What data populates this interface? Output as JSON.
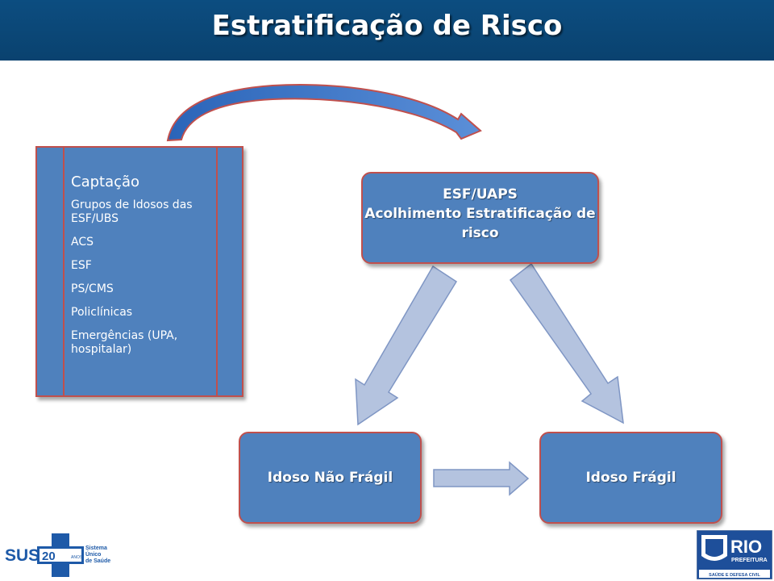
{
  "title": "Estratificação de Risco",
  "captacao": {
    "heading": "Captação",
    "items": [
      "Grupos de Idosos das ESF/UBS",
      "ACS",
      "ESF",
      "PS/CMS",
      "Policlínicas",
      "Emergências (UPA, hospitalar)"
    ]
  },
  "esf": {
    "line1": "ESF/UAPS",
    "line2": "Acolhimento Estratificação de risco"
  },
  "boxes": {
    "nao_fragil": "Idoso Não Frágil",
    "fragil": "Idoso Frágil"
  },
  "logos": {
    "sus_text": "SUS",
    "sus_years": "20",
    "sus_anos": "ANOS",
    "sus_name_1": "Sistema",
    "sus_name_2": "Único",
    "sus_name_3": "de Saúde",
    "rio_text": "RIO",
    "rio_sub": "PREFEITURA",
    "rio_dept": "SAÚDE E DEFESA CIVIL"
  },
  "colors": {
    "title_bar": "#0b4a7a",
    "box_fill": "#4f81bd",
    "box_border": "#c0504d",
    "arrow_fill": "#b4c3df",
    "arrow_border": "#7f96c4"
  }
}
